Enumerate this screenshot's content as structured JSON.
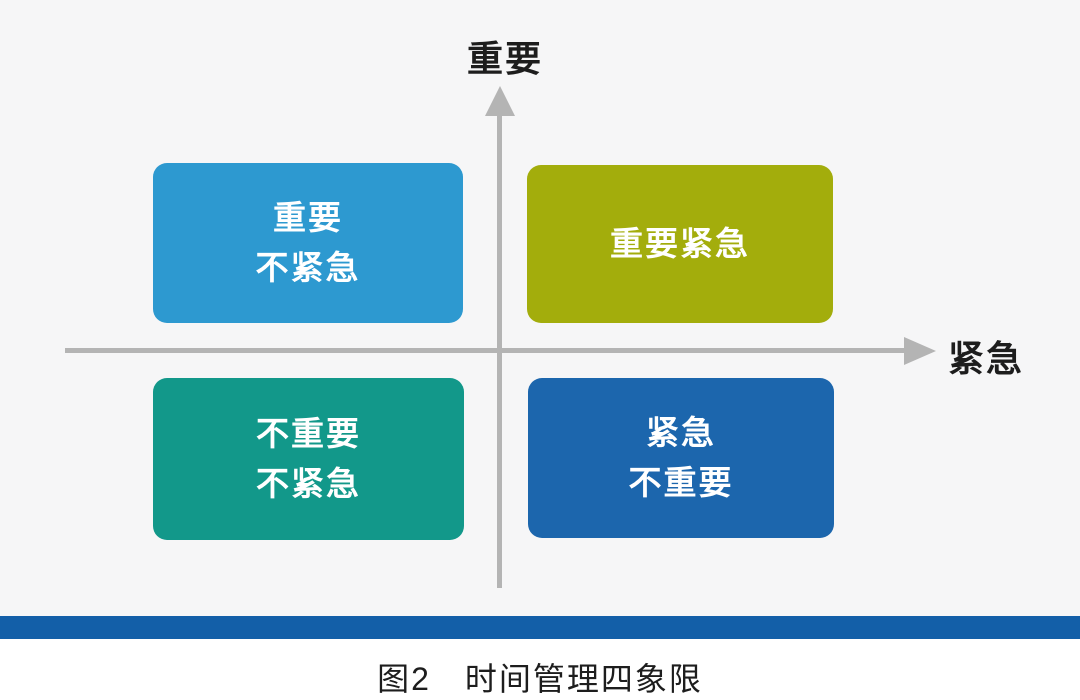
{
  "axes": {
    "y_label": "重要",
    "x_label": "紧急"
  },
  "quadrants": {
    "top_left": {
      "lines": [
        "重要",
        "不紧急"
      ]
    },
    "top_right": {
      "lines": [
        "重要紧急"
      ]
    },
    "bottom_left": {
      "lines": [
        "不重要",
        "不紧急"
      ]
    },
    "bottom_right": {
      "lines": [
        "紧急",
        "不重要"
      ]
    }
  },
  "caption": {
    "text": "图2　时间管理四象限"
  },
  "colors": {
    "bg": "#f6f6f7",
    "axis": "#b4b4b4",
    "bar": "#135fa8",
    "tl_face": "#2d99d0",
    "tl_edge": "#177ca8",
    "tr_face": "#a3ad0c",
    "tr_edge": "#7d840a",
    "bl_face": "#12988a",
    "bl_edge": "#0b6e62",
    "br_face": "#1c66ad",
    "br_edge": "#124a80",
    "box_text": "#ffffff",
    "ink": "#1d1d1d"
  }
}
